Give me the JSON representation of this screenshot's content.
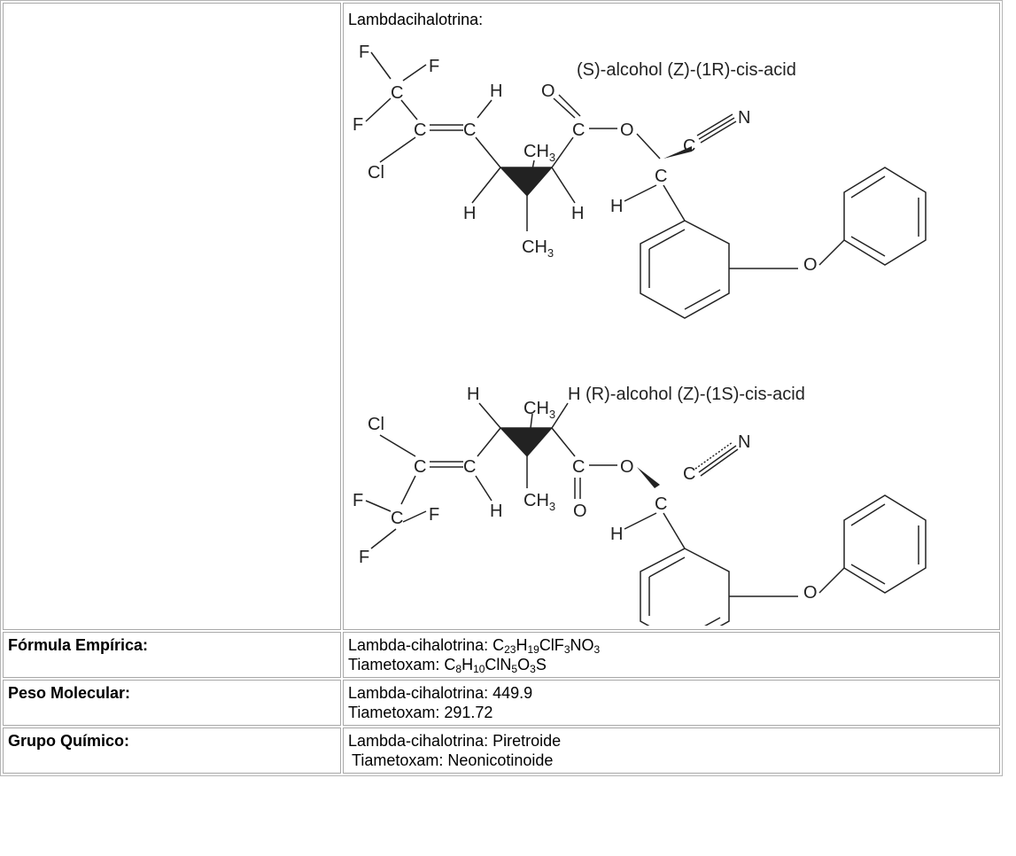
{
  "structure": {
    "title": "Lambdacihalotrina:",
    "isomer1": {
      "label_s": "S",
      "label_z": "Z",
      "label_r": "R",
      "label_cis": "cis",
      "atoms": [
        "F",
        "F",
        "C",
        "F",
        "C",
        "C",
        "H",
        "Cl",
        "CH",
        "3",
        "H",
        "H",
        "CH",
        "3",
        "C",
        "O",
        "O",
        "C",
        "N",
        "C",
        "H",
        "O"
      ]
    },
    "isomer2": {
      "label_r": "R",
      "label_z": "Z",
      "label_s": "S",
      "label_cis": "cis",
      "atoms": [
        "H",
        "CH",
        "3",
        "H",
        "Cl",
        "C",
        "C",
        "F",
        "C",
        "F",
        "F",
        "H",
        "CH",
        "3",
        "C",
        "O",
        "O",
        "C",
        "N",
        "C",
        "H",
        "O"
      ]
    }
  },
  "rows": [
    {
      "label": "Fórmula Empírica:",
      "line1_prefix": "Lambda-cihalotrina:  ",
      "line1_formula": [
        [
          "C",
          "23"
        ],
        [
          "H",
          "19"
        ],
        [
          "ClF",
          "3"
        ],
        [
          "NO",
          "3"
        ]
      ],
      "line2_prefix": "Tiametoxam: ",
      "line2_formula": [
        [
          "C",
          "8"
        ],
        [
          "H",
          "10"
        ],
        [
          "ClN",
          "5"
        ],
        [
          "O",
          "3"
        ],
        [
          "S",
          ""
        ]
      ]
    },
    {
      "label": "Peso Molecular:",
      "line1": "Lambda-cihalotrina:  449.9",
      "line2": "Tiametoxam: 291.72"
    },
    {
      "label": "Grupo Químico:",
      "line1": "Lambda-cihalotrina: Piretroide",
      "line2": "Tiametoxam: Neonicotinoide"
    }
  ]
}
